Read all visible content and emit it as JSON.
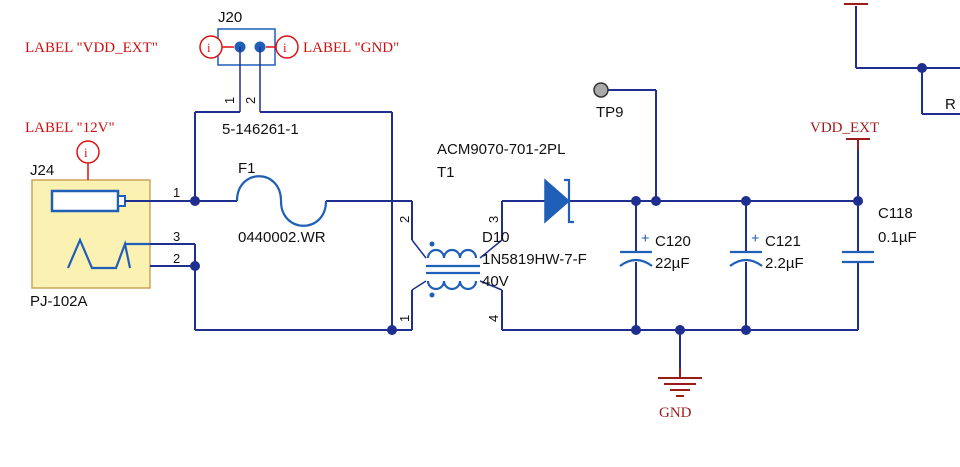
{
  "labels": {
    "vdd_ext": "LABEL \"VDD_EXT\"",
    "gnd": "LABEL \"GND\"",
    "v12": "LABEL \"12V\"",
    "info_glyph": "i"
  },
  "connector_j20": {
    "ref": "J20",
    "part": "5-146261-1",
    "pin1": "1",
    "pin2": "2"
  },
  "connector_j24": {
    "ref": "J24",
    "part": "PJ-102A",
    "pin1": "1",
    "pin2": "2",
    "pin3": "3"
  },
  "fuse_f1": {
    "ref": "F1",
    "value": "0440002.WR"
  },
  "transformer_t1": {
    "part": "ACM9070-701-2PL",
    "ref": "T1",
    "pin1": "1",
    "pin2": "2",
    "pin3": "3",
    "pin4": "4"
  },
  "diode_d10": {
    "ref": "D10",
    "part": "1N5819HW-7-F",
    "rating": "40V"
  },
  "testpoint_tp9": {
    "ref": "TP9"
  },
  "cap_c120": {
    "ref": "C120",
    "value": "22µF",
    "polarity": "+"
  },
  "cap_c121": {
    "ref": "C121",
    "value": "2.2µF",
    "polarity": "+"
  },
  "cap_c118": {
    "ref": "C118",
    "value": "0.1µF"
  },
  "power": {
    "vdd_ext": "VDD_EXT",
    "gnd": "GND"
  },
  "resistor_partial": {
    "ref": "R"
  },
  "colors": {
    "wire": "#1f2f8f",
    "symbol": "#1f5fb8",
    "net_label": "#cc1111",
    "power_port": "#9b1b1b",
    "connector_fill": "#fbf1b2"
  }
}
